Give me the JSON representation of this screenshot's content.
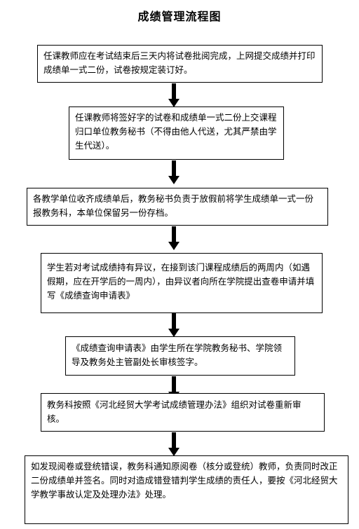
{
  "title": "成绩管理流程图",
  "steps": [
    "任课教师应在考试结束后三天内将试卷批阅完成，上网提交成绩并打印成绩单一式二份，试卷按规定装订好。",
    "任课教师将签好字的试卷和成绩单一式二份上交课程归口单位教务秘书（不得由他人代送，尤其严禁由学生代送）。",
    "各教学单位收齐成绩单后，教务秘书负责于放假前将学生成绩单一式一份报教务科，本单位保留另一份存档。",
    "学生若对考试成绩持有异议，在接到该门课程成绩后的两周内（如遇假期，应在开学后的一周内），由异议者向所在学院提出查卷申请并填写《成绩查询申请表》",
    "《成绩查询申请表》由学生所在学院教务秘书、学院领导及教务处主管副处长审核签字。",
    "教务科按照《河北经贸大学考试成绩管理办法》组织对试卷重新审核。",
    "如发现阅卷或登统错误，教务科通知原阅卷（核分或登统）教师，负责同时改正二份成绩单并签名。同时对造成错登错判学生成绩的责任人，要按《河北经贸大学教学事故认定及处理办法》处理。"
  ]
}
